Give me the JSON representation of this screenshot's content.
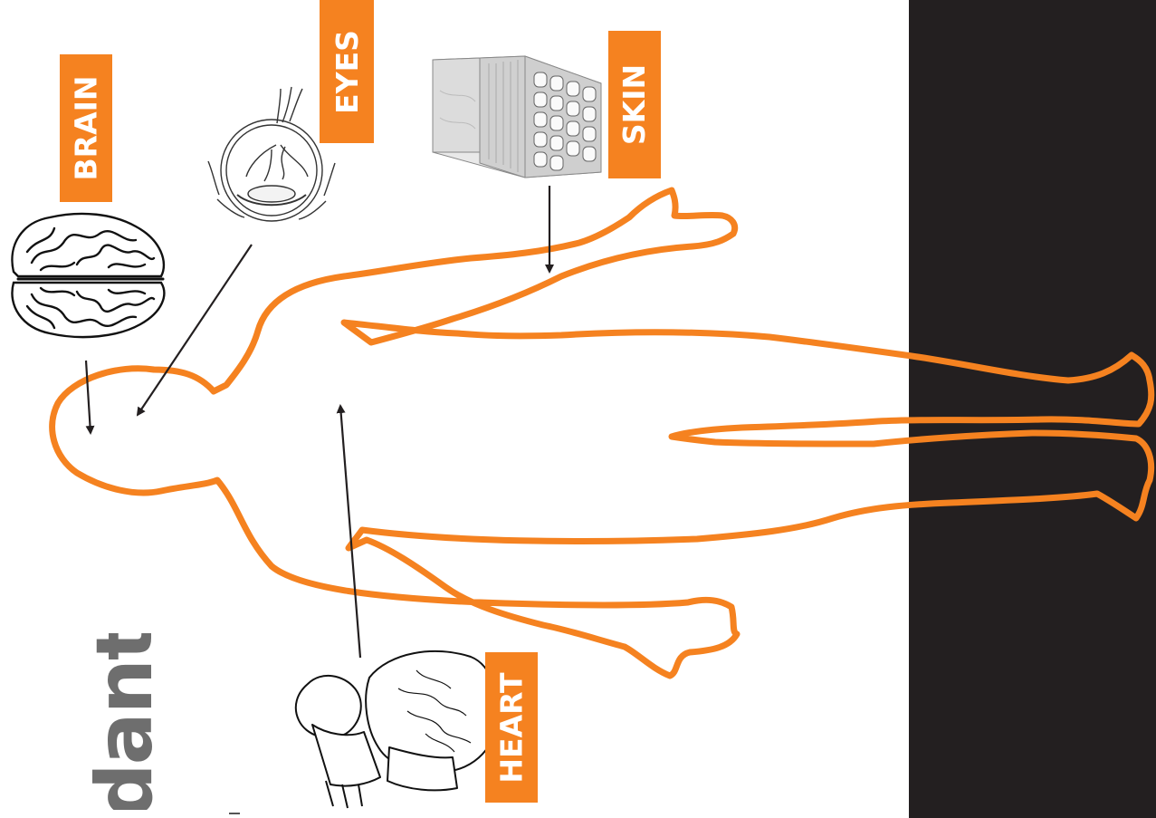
{
  "labels": {
    "brain": "BRAIN",
    "eyes": "EYES",
    "skin": "SKIN",
    "heart": "HEART"
  },
  "brand_fragment": "dant",
  "colors": {
    "accent": "#f58220",
    "dark_panel": "#231f20",
    "brand_text": "#6e6e6e",
    "arrow": "#231f20",
    "label_text": "#ffffff"
  },
  "icons": {
    "brain": "brain-illustration",
    "eye": "eye-cross-section-illustration",
    "skin": "skin-layers-illustration",
    "heart": "heart-illustration"
  }
}
